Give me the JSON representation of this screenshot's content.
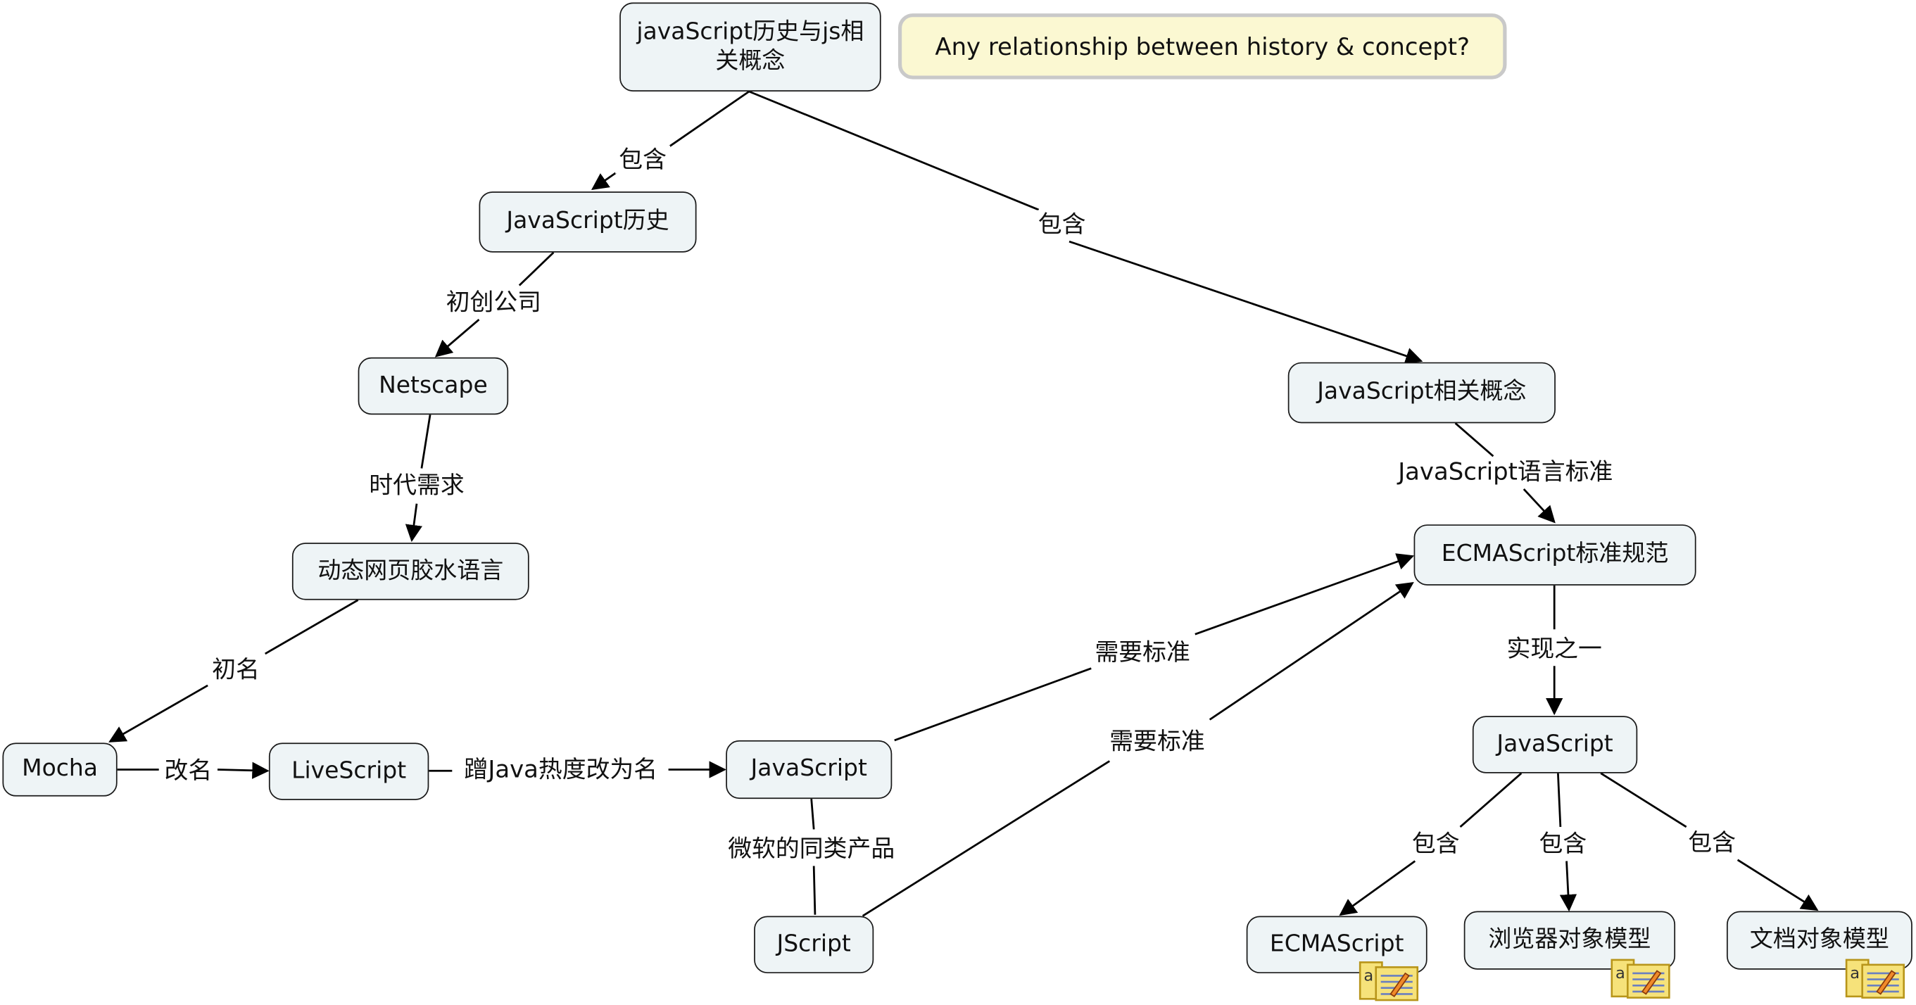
{
  "note": "Any relationship between history & concept?",
  "nodes": {
    "root": "javaScript历史与js相关概念",
    "history": "JavaScript历史",
    "concepts": "JavaScript相关概念",
    "netscape": "Netscape",
    "glue": "动态网页胶水语言",
    "mocha": "Mocha",
    "livescript": "LiveScript",
    "javascript_mid": "JavaScript",
    "jscript": "JScript",
    "ecma_std": "ECMAScript标准规范",
    "javascript_right": "JavaScript",
    "ecmascript": "ECMAScript",
    "bom": "浏览器对象模型",
    "dom": "文档对象模型"
  },
  "links": {
    "root_history": "包含",
    "root_concepts": "包含",
    "history_netscape": "初创公司",
    "netscape_glue": "时代需求",
    "glue_mocha": "初名",
    "mocha_livescript": "改名",
    "livescript_js": "蹭Java热度改为名",
    "js_jscript": "微软的同类产品",
    "js_ecma": "需要标准",
    "jscript_ecma": "需要标准",
    "concepts_ecma": "JavaScript语言标准",
    "ecma_jsright": "实现之一",
    "jsright_ecmascript": "包含",
    "jsright_bom": "包含",
    "jsright_dom": "包含"
  },
  "colors": {
    "node_fill": "#eef4f6",
    "node_border": "#1a1a1a",
    "note_fill": "#fbf8d2",
    "note_border": "#c9c9c9",
    "line": "#000000"
  }
}
